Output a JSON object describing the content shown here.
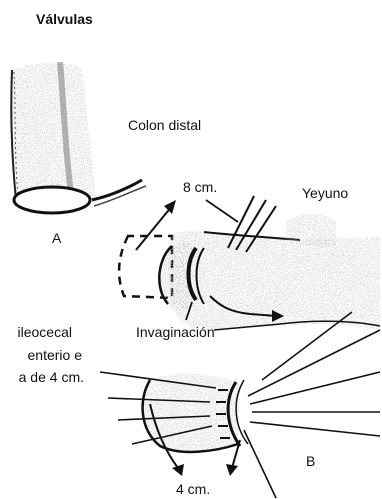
{
  "labels": {
    "valvulas": "Válvulas",
    "colon_distal": "Colon distal",
    "panel_a": "A",
    "eight_cm": "8 cm.",
    "yeyuno": "Yeyuno",
    "invaginacion": "Invaginación",
    "panel_b": "B",
    "four_cm": "4 cm.",
    "left_line1": "ileocecal",
    "left_line2": "enterio e",
    "left_line3": "a de 4 cm."
  }
}
